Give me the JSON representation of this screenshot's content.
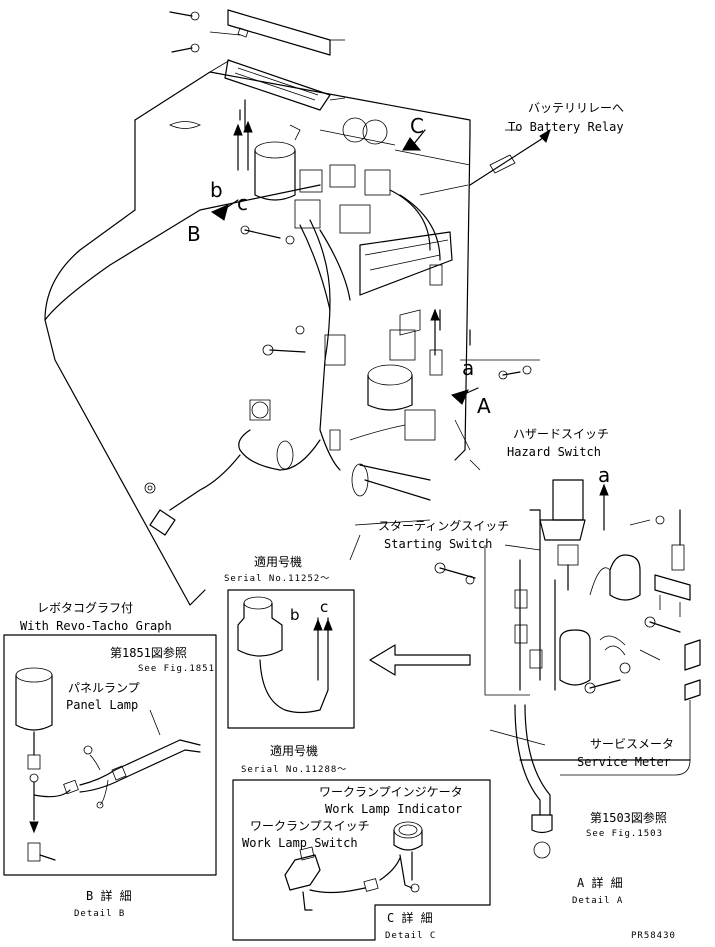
{
  "callouts": {
    "view_A": "A",
    "view_B": "B",
    "view_C": "C",
    "wire_a_main": "a",
    "wire_b_main": "b",
    "wire_c_main": "c",
    "wire_a_detailA": "a",
    "wire_b_serial": "b",
    "wire_c_serial": "c"
  },
  "battery_relay": {
    "jp": "バッテリリレーへ",
    "en": "To Battery Relay"
  },
  "hazard_switch": {
    "jp": "ハザードスイッチ",
    "en": "Hazard Switch"
  },
  "starting_switch": {
    "jp": "スターティングスイッチ",
    "en": "Starting Switch"
  },
  "serial_box_1": {
    "jp": "適用号機",
    "en": "Serial No.11252～"
  },
  "serial_box_2": {
    "jp": "適用号機",
    "en": "Serial No.11288～"
  },
  "revo_tacho": {
    "jp": "レボタコグラフ付",
    "en": "With Revo-Tacho Graph"
  },
  "fig_1851": {
    "jp": "第1851図参照",
    "en": "See Fig.1851"
  },
  "panel_lamp": {
    "jp": "パネルランプ",
    "en": "Panel Lamp"
  },
  "service_meter": {
    "jp": "サービスメータ",
    "en": "Service Meter"
  },
  "fig_1503": {
    "jp": "第1503図参照",
    "en": "See Fig.1503"
  },
  "work_lamp_indicator": {
    "jp": "ワークランプインジケータ",
    "en": "Work Lamp Indicator"
  },
  "work_lamp_switch": {
    "jp": "ワークランプスイッチ",
    "en": "Work Lamp Switch"
  },
  "detail_B": {
    "jp": "B 詳 細",
    "en": "Detail B"
  },
  "detail_A": {
    "jp": "A 詳 細",
    "en": "Detail A"
  },
  "detail_C": {
    "jp": "C 詳 細",
    "en": "Detail C"
  },
  "drawing_number": "PR58430"
}
